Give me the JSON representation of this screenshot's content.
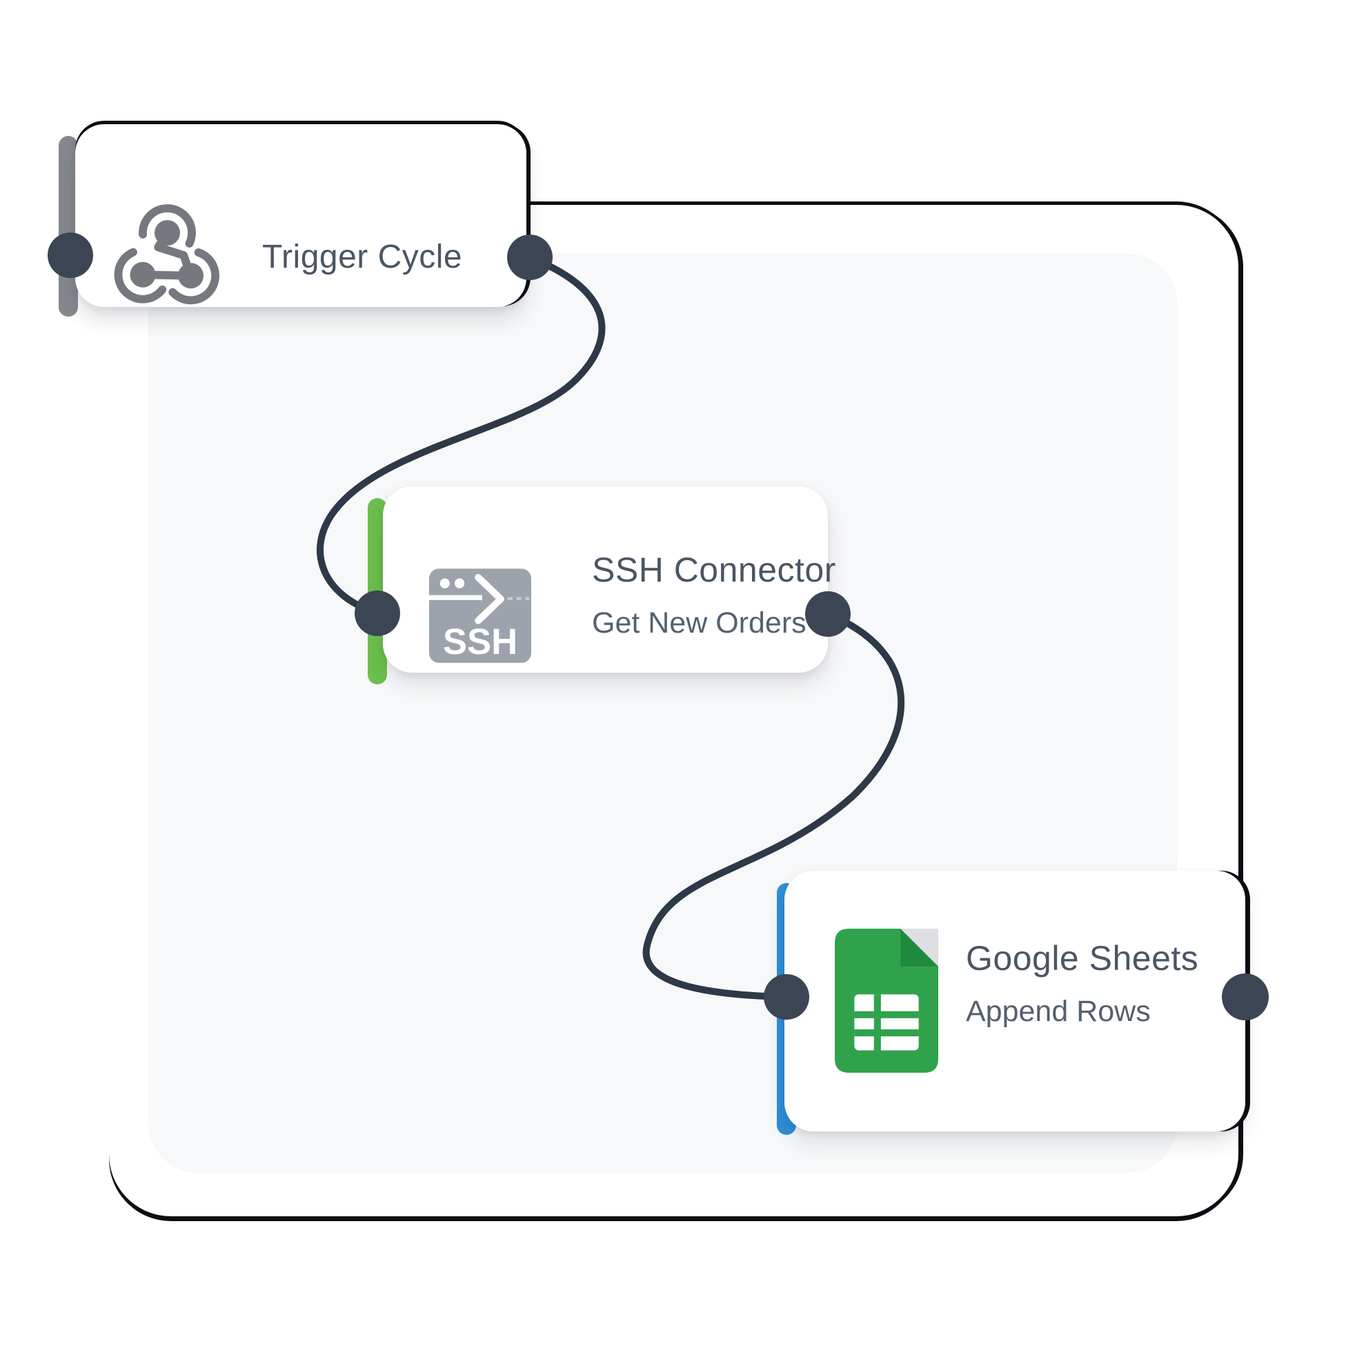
{
  "workflow": {
    "nodes": [
      {
        "id": "trigger",
        "title": "Trigger Cycle",
        "subtitle": "",
        "icon": "webhook-icon",
        "accent_color": "#85898f"
      },
      {
        "id": "ssh",
        "title": "SSH Connector",
        "subtitle": "Get New Orders",
        "icon": "ssh-terminal-icon",
        "accent_color": "#6cc04d"
      },
      {
        "id": "sheets",
        "title": "Google Sheets",
        "subtitle": "Append Rows",
        "icon": "google-sheets-icon",
        "accent_color": "#2e8fd8"
      }
    ],
    "connections": [
      {
        "from": "trigger",
        "to": "ssh"
      },
      {
        "from": "ssh",
        "to": "sheets"
      }
    ],
    "ssh_icon_label": "SSH",
    "colors": {
      "connector_line": "#2d3947",
      "connector_dot": "#3b4554",
      "panel_bg": "#ffffff",
      "canvas_bg": "#f7f8f9",
      "panel_edge": "#0a0e13",
      "title_text": "#4a5663",
      "subtitle_text": "#54616e",
      "webhook_gray": "#75797f",
      "ssh_icon_gray": "#9ca3ac",
      "sheets_green": "#30a24c",
      "sheets_fold_light": "#dddfe2",
      "sheets_fold_dark": "#1f8a3e"
    }
  }
}
